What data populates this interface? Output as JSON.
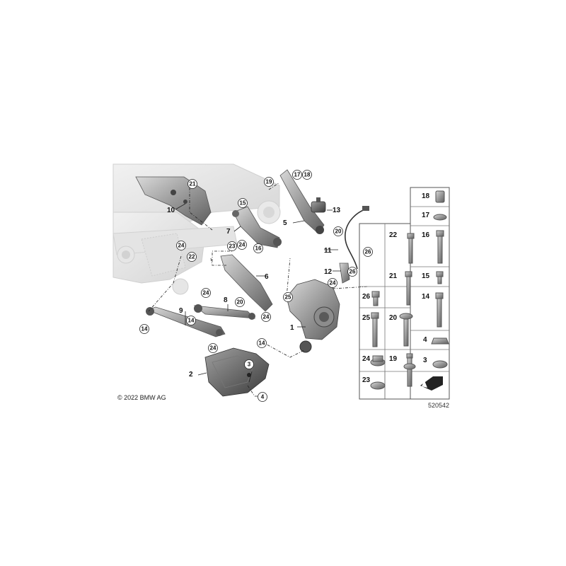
{
  "copyright": "© 2022 BMW AG",
  "diagram_number": "520542",
  "callouts": {
    "c1": "1",
    "c2": "2",
    "c3": "3",
    "c4": "4",
    "c5": "5",
    "c6": "6",
    "c7": "7",
    "c8": "8",
    "c9": "9",
    "c10": "10",
    "c11": "11",
    "c12": "12",
    "c13": "13",
    "c14a": "14",
    "c14b": "14",
    "c14c": "14",
    "c15": "15",
    "c16": "16",
    "c17": "17",
    "c18": "18",
    "c19": "19",
    "c20a": "20",
    "c20b": "20",
    "c21": "21",
    "c22": "22",
    "c23": "23",
    "c24a": "24",
    "c24b": "24",
    "c24c": "24",
    "c24d": "24",
    "c24e": "24",
    "c24f": "24",
    "c25": "25",
    "c26a": "26",
    "c26b": "26"
  },
  "grid": {
    "g18": "18",
    "g17": "17",
    "g22": "22",
    "g16": "16",
    "g21": "21",
    "g15": "15",
    "g26": "26",
    "g14": "14",
    "g25": "25",
    "g20": "20",
    "g4": "4",
    "g24": "24",
    "g19": "19",
    "g3": "3",
    "g23": "23"
  }
}
